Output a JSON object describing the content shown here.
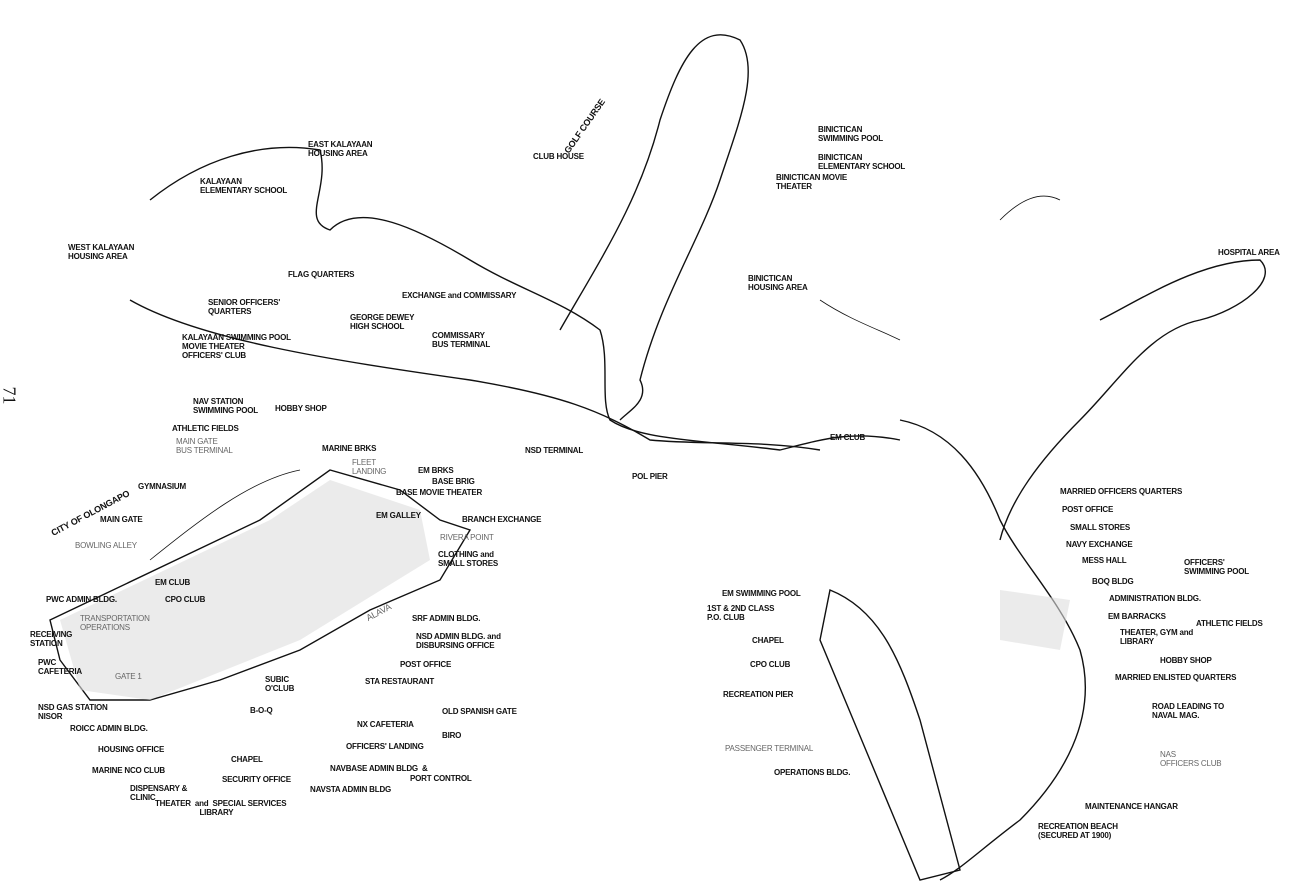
{
  "page_number": "71",
  "labels": {
    "north": [
      "EAST KALAYAAN\nHOUSING AREA",
      "KALAYAAN\nELEMENTARY SCHOOL",
      "WEST KALAYAAN\nHOUSING AREA",
      "FLAG QUARTERS",
      "SENIOR OFFICERS'\nQUARTERS",
      "KALAYAAN SWIMMING POOL\nMOVIE THEATER\nOFFICERS' CLUB",
      "EXCHANGE and COMMISSARY",
      "GEORGE DEWEY\nHIGH SCHOOL",
      "COMMISSARY\nBUS TERMINAL",
      "GOLF COURSE",
      "CLUB HOUSE",
      "BINICTICAN\nSWIMMING POOL",
      "BINICTICAN\nELEMENTARY SCHOOL",
      "BINICTICAN MOVIE\nTHEATER",
      "BINICTICAN\nHOUSING AREA",
      "HOSPITAL AREA",
      "NSD TERMINAL",
      "POL PIER",
      "EM CLUB"
    ],
    "navbase": [
      "NAV STATION\nSWIMMING POOL",
      "HOBBY SHOP",
      "ATHLETIC FIELDS",
      "MAIN GATE\nBUS TERMINAL",
      "MARINE BRKS",
      "FLEET\nLANDING",
      "EM BRKS",
      "BASE BRIG",
      "BASE MOVIE THEATER",
      "GYMNASIUM",
      "CITY OF OLONGAPO",
      "MAIN GATE",
      "BOWLING ALLEY",
      "EM GALLEY",
      "BRANCH EXCHANGE",
      "RIVERA POINT",
      "CLOTHING and\nSMALL STORES",
      "EM CLUB",
      "CPO CLUB",
      "PWC ADMIN BLDG.",
      "TRANSPORTATION\nOPERATIONS",
      "RECEIVING\nSTATION",
      "SRF ADMIN BLDG.",
      "NSD ADMIN BLDG. and\nDISBURSING OFFICE",
      "PWC\nCAFETERIA",
      "GATE 1",
      "POST OFFICE",
      "STA RESTAURANT",
      "SUBIC\nO'CLUB",
      "NSD GAS STATION\nNISOR",
      "B-O-Q",
      "OLD SPANISH GATE",
      "ROICC ADMIN BLDG.",
      "NX CAFETERIA",
      "BIRO",
      "OFFICERS' LANDING",
      "HOUSING OFFICE",
      "CHAPEL",
      "NAVBASE ADMIN BLDG  &",
      "PORT CONTROL",
      "MARINE NCO CLUB",
      "SECURITY OFFICE",
      "NAVSTA ADMIN BLDG",
      "DISPENSARY &\nCLINIC",
      "THEATER  and  SPECIAL SERVICES\n                      LIBRARY",
      "ALAVA"
    ],
    "cubi": [
      "MARRIED OFFICERS QUARTERS",
      "POST OFFICE",
      "SMALL STORES",
      "NAVY EXCHANGE",
      "MESS HALL",
      "OFFICERS'\nSWIMMING POOL",
      "BOQ BLDG",
      "ADMINISTRATION BLDG.",
      "EM BARRACKS",
      "ATHLETIC FIELDS",
      "THEATER, GYM and\nLIBRARY",
      "HOBBY SHOP",
      "MARRIED ENLISTED QUARTERS",
      "ROAD LEADING TO\nNAVAL MAG.",
      "NAS\nOFFICERS CLUB",
      "MAINTENANCE HANGAR",
      "RECREATION BEACH\n(SECURED AT 1900)",
      "EM SWIMMING POOL",
      "1ST & 2ND CLASS\nP.O. CLUB",
      "CHAPEL",
      "CPO CLUB",
      "RECREATION PIER",
      "PASSENGER TERMINAL",
      "OPERATIONS BLDG."
    ]
  }
}
